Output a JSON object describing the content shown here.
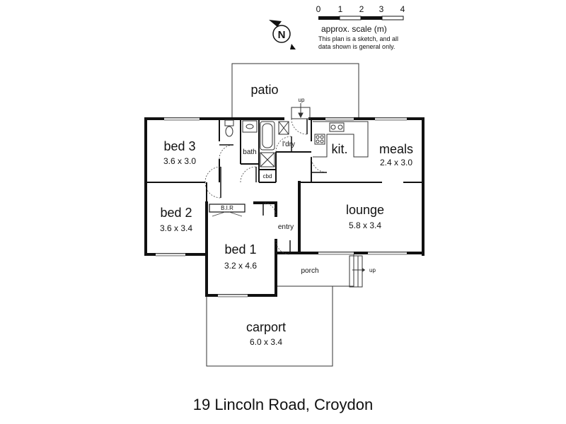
{
  "scale": {
    "ticks": [
      "0",
      "1",
      "2",
      "3",
      "4"
    ],
    "label": "approx. scale (m)",
    "note_line1": "This plan is a sketch, and all",
    "note_line2": "data shown is general only."
  },
  "compass": {
    "letter": "N"
  },
  "rooms": {
    "patio": {
      "name": "patio"
    },
    "bed3": {
      "name": "bed 3",
      "size": "3.6 x 3.0"
    },
    "bath": {
      "name": "bath"
    },
    "ldry": {
      "name": "l'dry"
    },
    "cbd": {
      "name": "cbd"
    },
    "kit": {
      "name": "kit."
    },
    "meals": {
      "name": "meals",
      "size": "2.4 x 3.0"
    },
    "bed2": {
      "name": "bed 2",
      "size": "3.6 x 3.4"
    },
    "bir": {
      "name": "B.I.R"
    },
    "bed1": {
      "name": "bed 1",
      "size": "3.2 x 4.6"
    },
    "entry": {
      "name": "entry"
    },
    "lounge": {
      "name": "lounge",
      "size": "5.8 x 3.4"
    },
    "porch": {
      "name": "porch"
    },
    "carport": {
      "name": "carport",
      "size": "6.0 x 3.4"
    }
  },
  "steps": {
    "up_top": "up",
    "up_porch": "up"
  },
  "address": "19 Lincoln Road, Croydon"
}
